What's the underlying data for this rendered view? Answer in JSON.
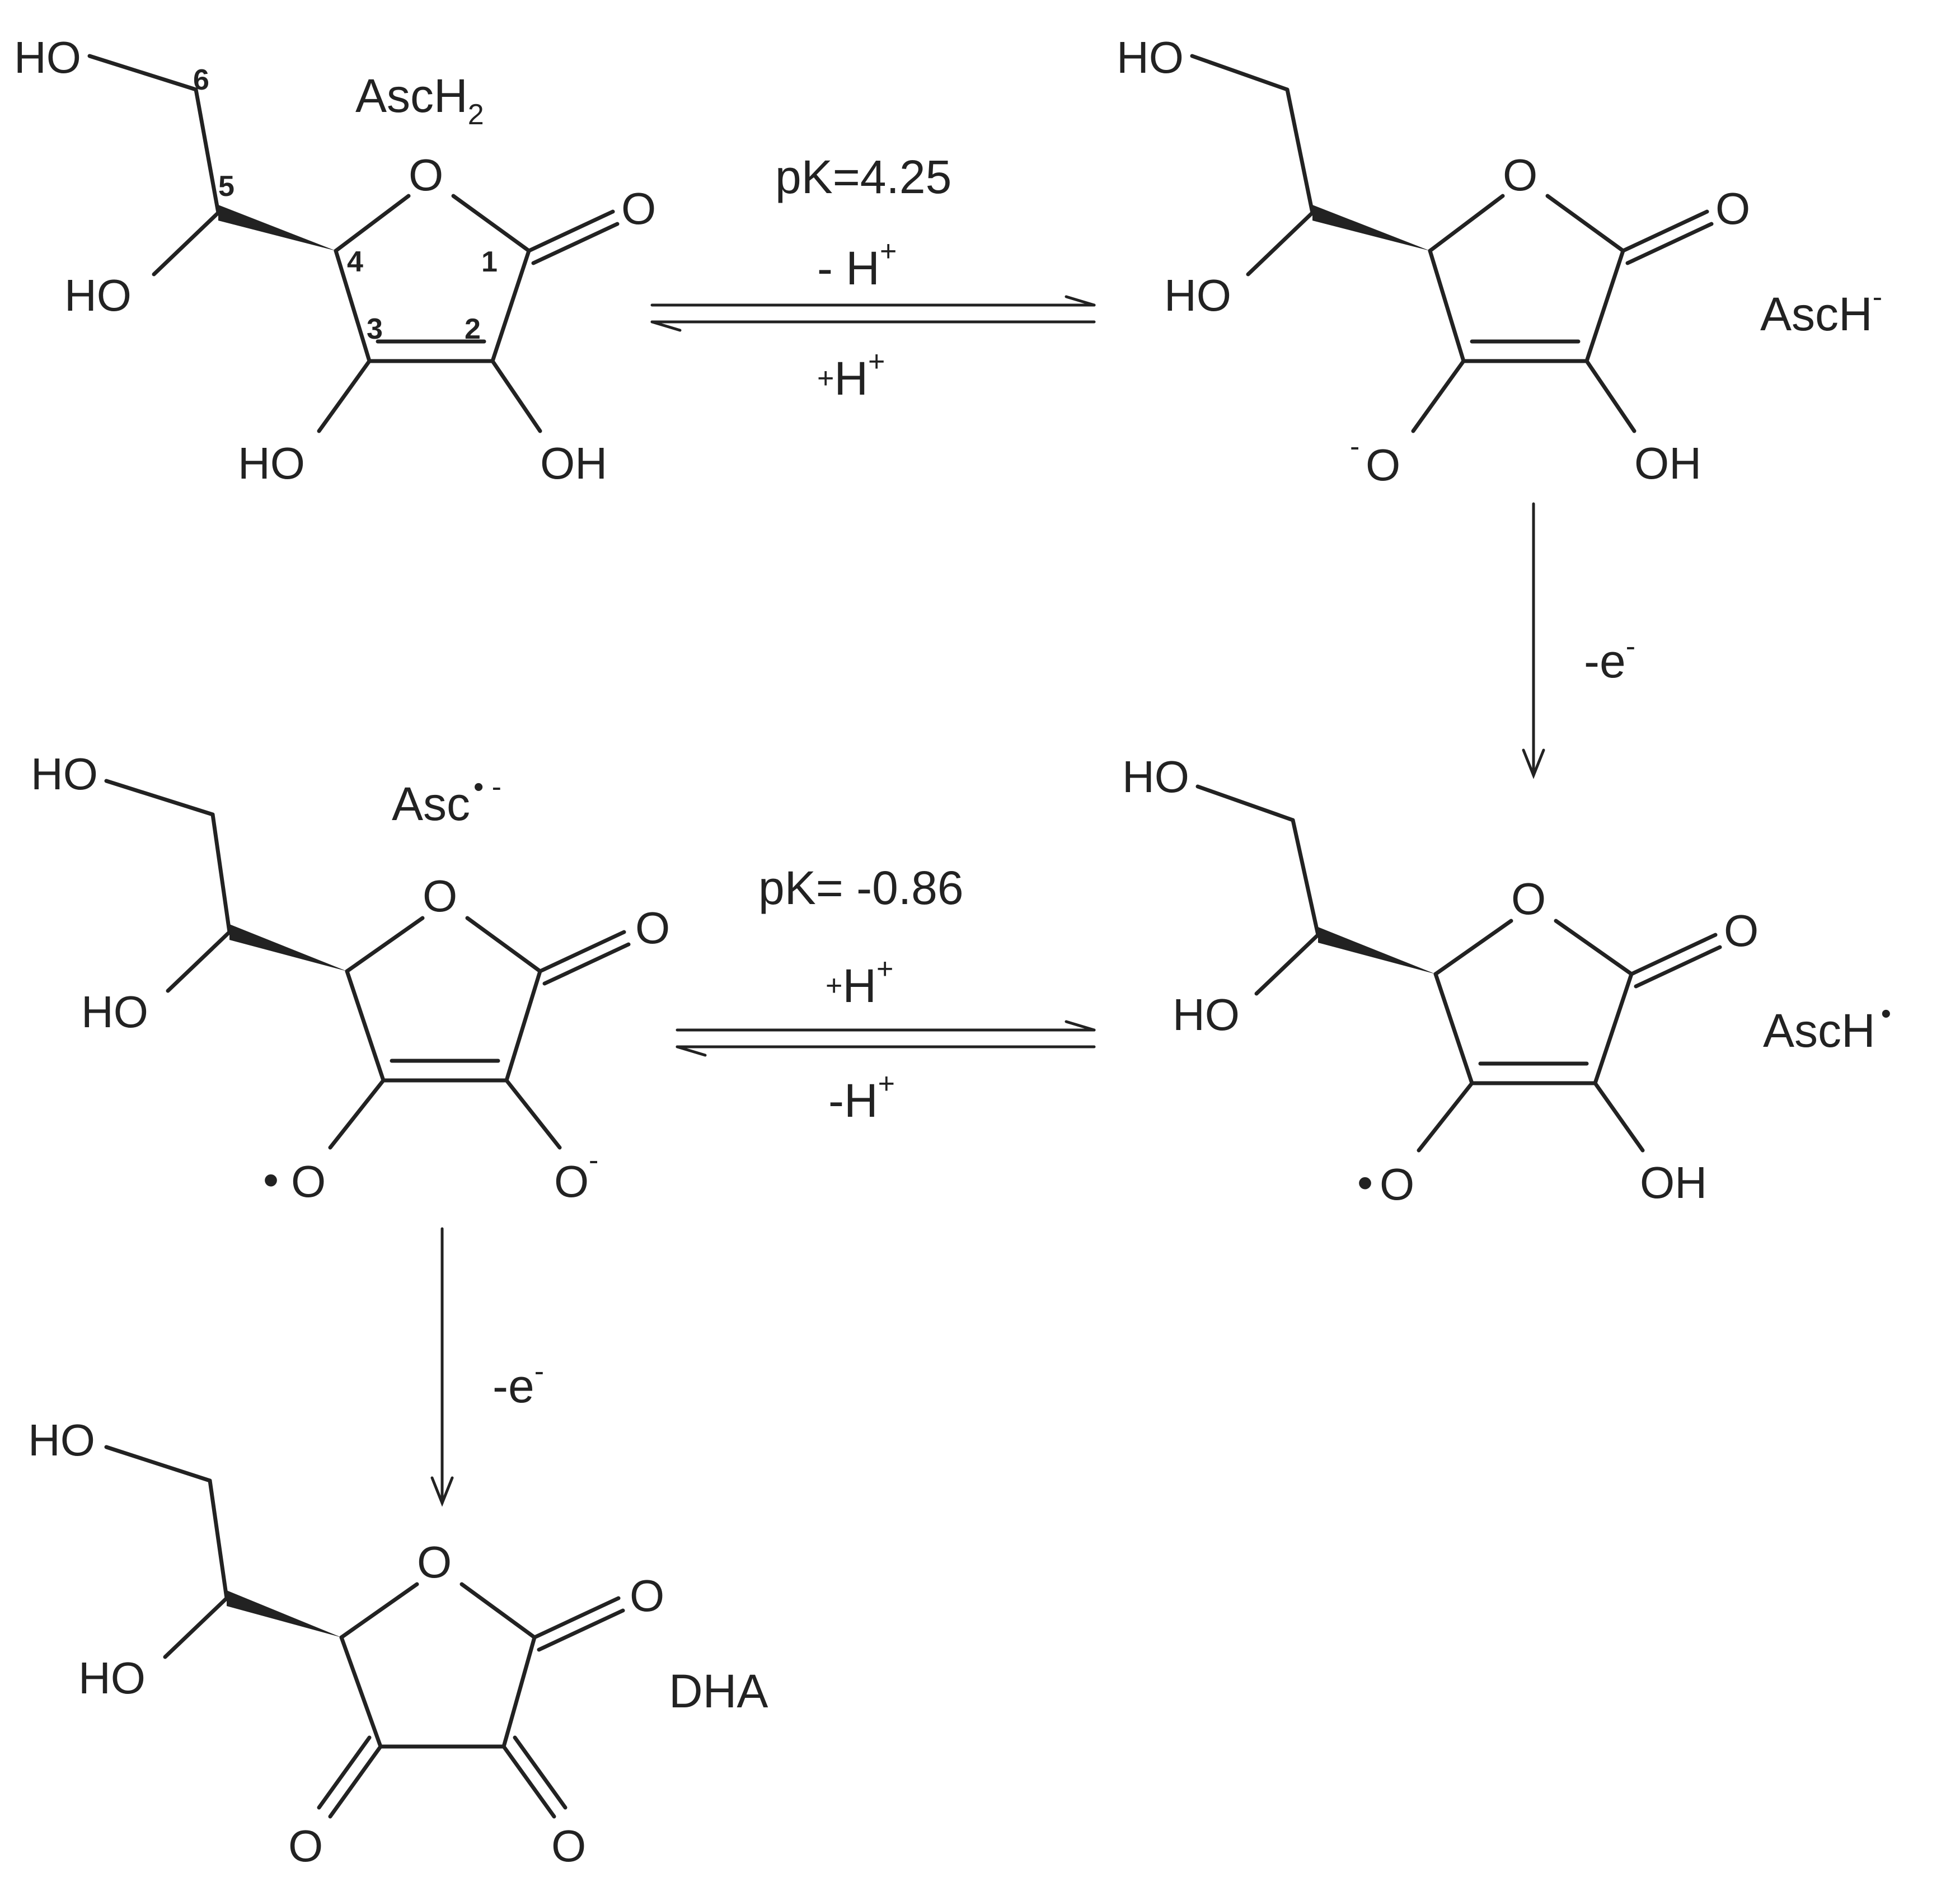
{
  "species": {
    "asch2": {
      "name": "AscH",
      "name_sub": "2",
      "atoms": {
        "ho6": "HO",
        "ho5": "HO",
        "ring_o": "O",
        "carbonyl_o": "O",
        "o3": "HO",
        "o2": "OH"
      },
      "carbon_numbers": [
        "6",
        "5",
        "4",
        "1",
        "3",
        "2"
      ]
    },
    "asch_anion": {
      "name": "AscH",
      "name_sup": "-",
      "atoms": {
        "ho6": "HO",
        "ho5": "HO",
        "ring_o": "O",
        "carbonyl_o": "O",
        "o3_charge": "-",
        "o3": "O",
        "o2": "OH"
      }
    },
    "asc_radical_anion": {
      "name": "Asc",
      "name_sup": "• -",
      "atoms": {
        "ho6": "HO",
        "ho5": "HO",
        "ring_o": "O",
        "carbonyl_o": "O",
        "o3_dot": "•",
        "o3": "O",
        "o2": "O",
        "o2_charge": "-"
      }
    },
    "asch_radical": {
      "name": "AscH",
      "name_sup": "•",
      "atoms": {
        "ho6": "HO",
        "ho5": "HO",
        "ring_o": "O",
        "carbonyl_o": "O",
        "o3_dot": "•",
        "o3": "O",
        "o2": "OH"
      }
    },
    "dha": {
      "name": "DHA",
      "atoms": {
        "ho6": "HO",
        "ho5": "HO",
        "ring_o": "O",
        "carbonyl_o": "O",
        "o3": "O",
        "o2": "O"
      }
    }
  },
  "equilibria": [
    {
      "pk": "pK=4.25",
      "top_base": "- H",
      "top_sup": "+",
      "bottom_pre": "+",
      "bottom_base": "H",
      "bottom_sup": "+"
    },
    {
      "pk": "pK= -0.86",
      "top_pre": "+",
      "top_base": "H",
      "top_sup": "+",
      "bottom_base": "-H",
      "bottom_sup": "+"
    }
  ],
  "oxidations": [
    {
      "base": "-e",
      "sup": "-"
    },
    {
      "base": "-e",
      "sup": "-"
    }
  ]
}
